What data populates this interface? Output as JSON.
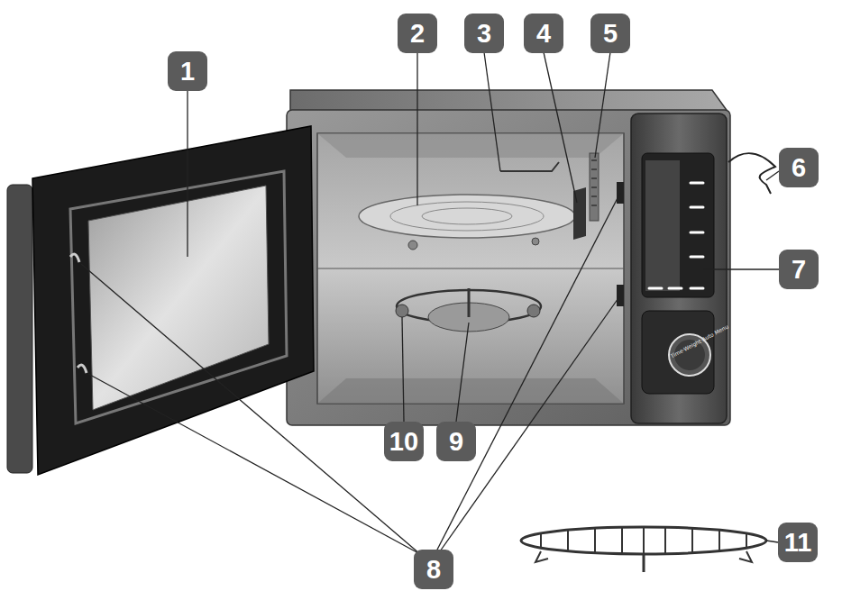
{
  "diagram": {
    "labels": [
      "1",
      "2",
      "3",
      "4",
      "5",
      "6",
      "7",
      "8",
      "9",
      "10",
      "11",
      "Time·Weight·Auto Menu"
    ]
  }
}
